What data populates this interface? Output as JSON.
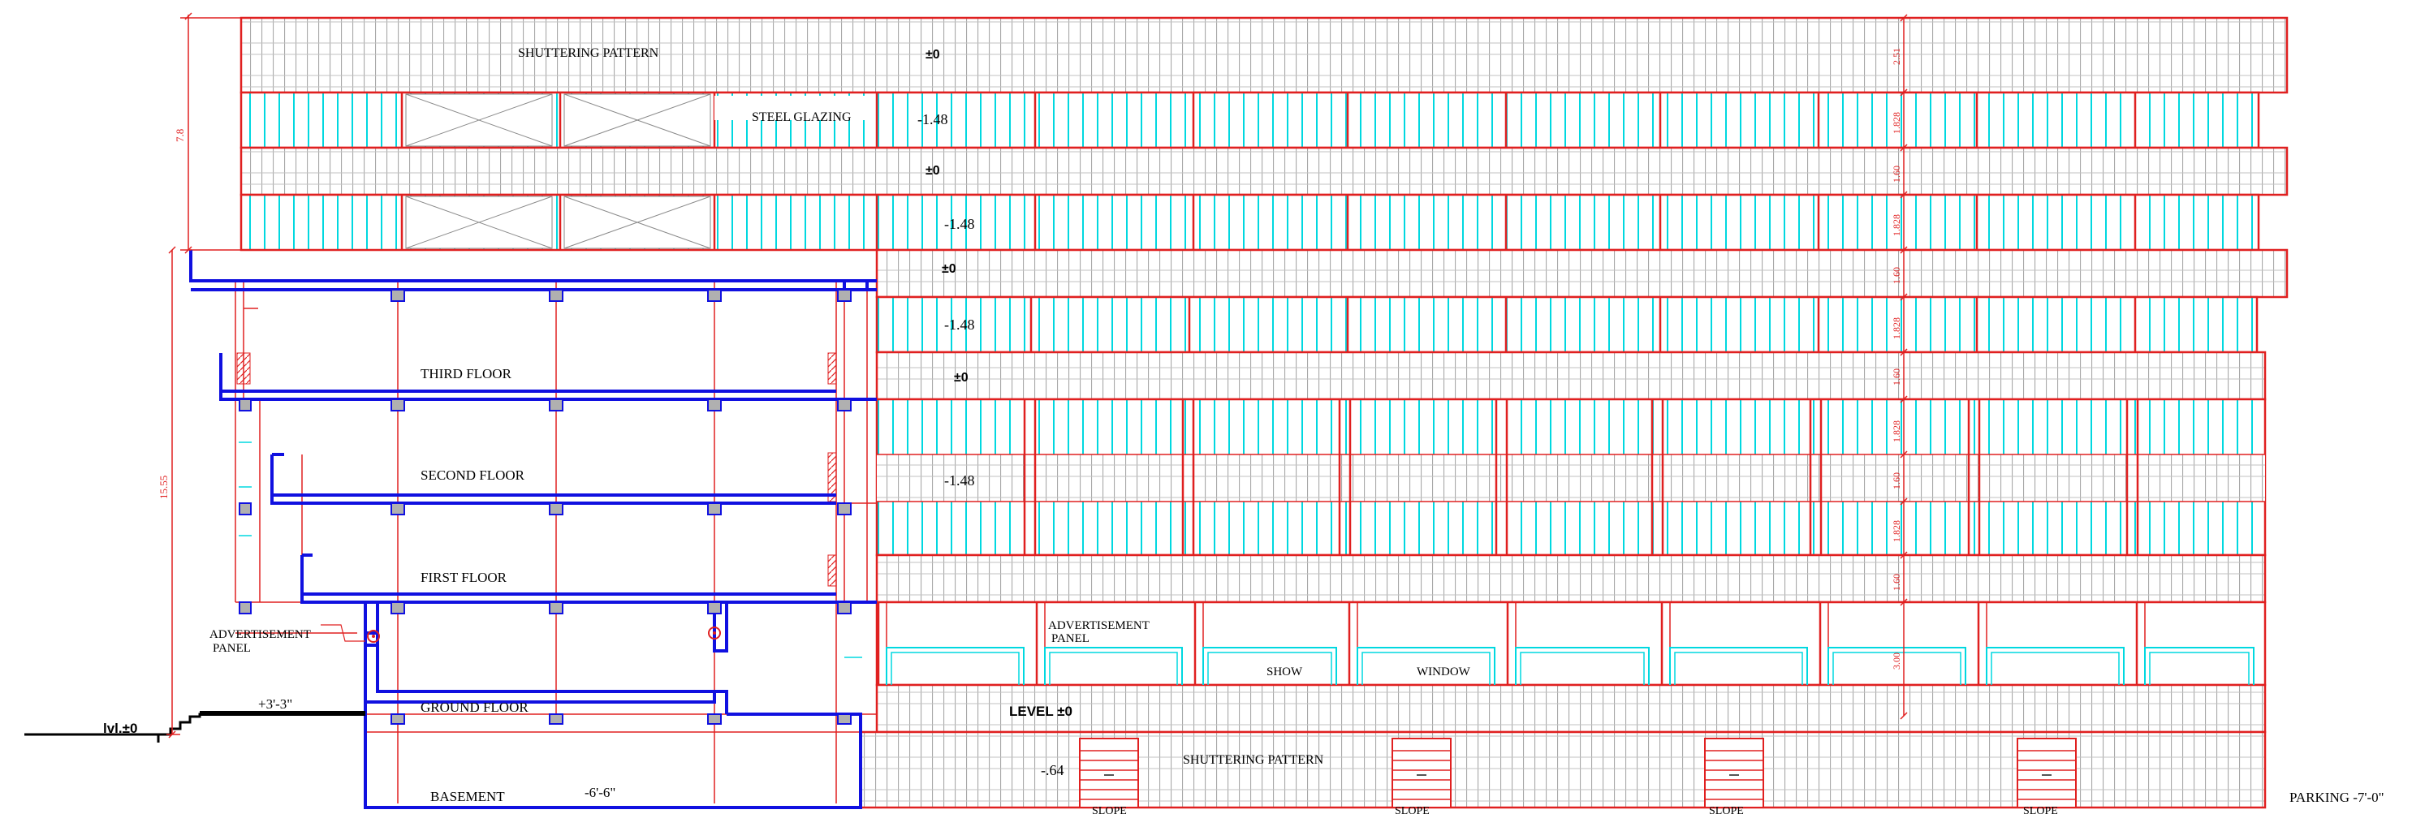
{
  "labels": {
    "shuttering_top": "SHUTTERING  PATTERN",
    "steel_glazing": "STEEL GLAZING",
    "third_floor": "THIRD FLOOR",
    "second_floor": "SECOND FLOOR",
    "first_floor": "FIRST FLOOR",
    "ground_floor": "GROUND FLOOR",
    "basement": "BASEMENT",
    "adv_panel_left_1": "ADVERTISEMENT",
    "adv_panel_left_2": "PANEL",
    "adv_panel_right_1": "ADVERTISEMENT",
    "adv_panel_right_2": "PANEL",
    "show": "SHOW",
    "window": "WINDOW",
    "shuttering_bottom": "SHUTTERING  PATTERN",
    "level_zero": "LEVEL ±0",
    "lvl_zero": "lvl.±0",
    "plinth": "+3'-3\"",
    "basement_level": "-6'-6\"",
    "parking": "PARKING -7'-0\"",
    "slope": "SLOPE"
  },
  "levels": {
    "pm0_a": "±0",
    "m148_a": "-1.48",
    "pm0_b": "±0",
    "m148_b": "-1.48",
    "pm0_c": "±0",
    "m148_c": "-1.48",
    "pm0_d": "±0",
    "m148_d": "-1.48",
    "m064": "-.64"
  },
  "dimensions": {
    "d251": "2.51",
    "d1828_a": "1.828",
    "d160_a": "1.60",
    "d1828_b": "1.828",
    "d160_b": "1.60",
    "d1828_c": "1.828",
    "d160_c": "1.60",
    "d1828_d": "1.828",
    "d160_d": "1.60",
    "d1828_e": "1.828",
    "d160_e": "1.60",
    "d300": "3.00",
    "d78": "7.8",
    "d1555": "15.55"
  },
  "colors": {
    "red": "#e02020",
    "blue": "#1010e0",
    "cyan": "#00d8e0",
    "grey": "#9a9a9a"
  }
}
